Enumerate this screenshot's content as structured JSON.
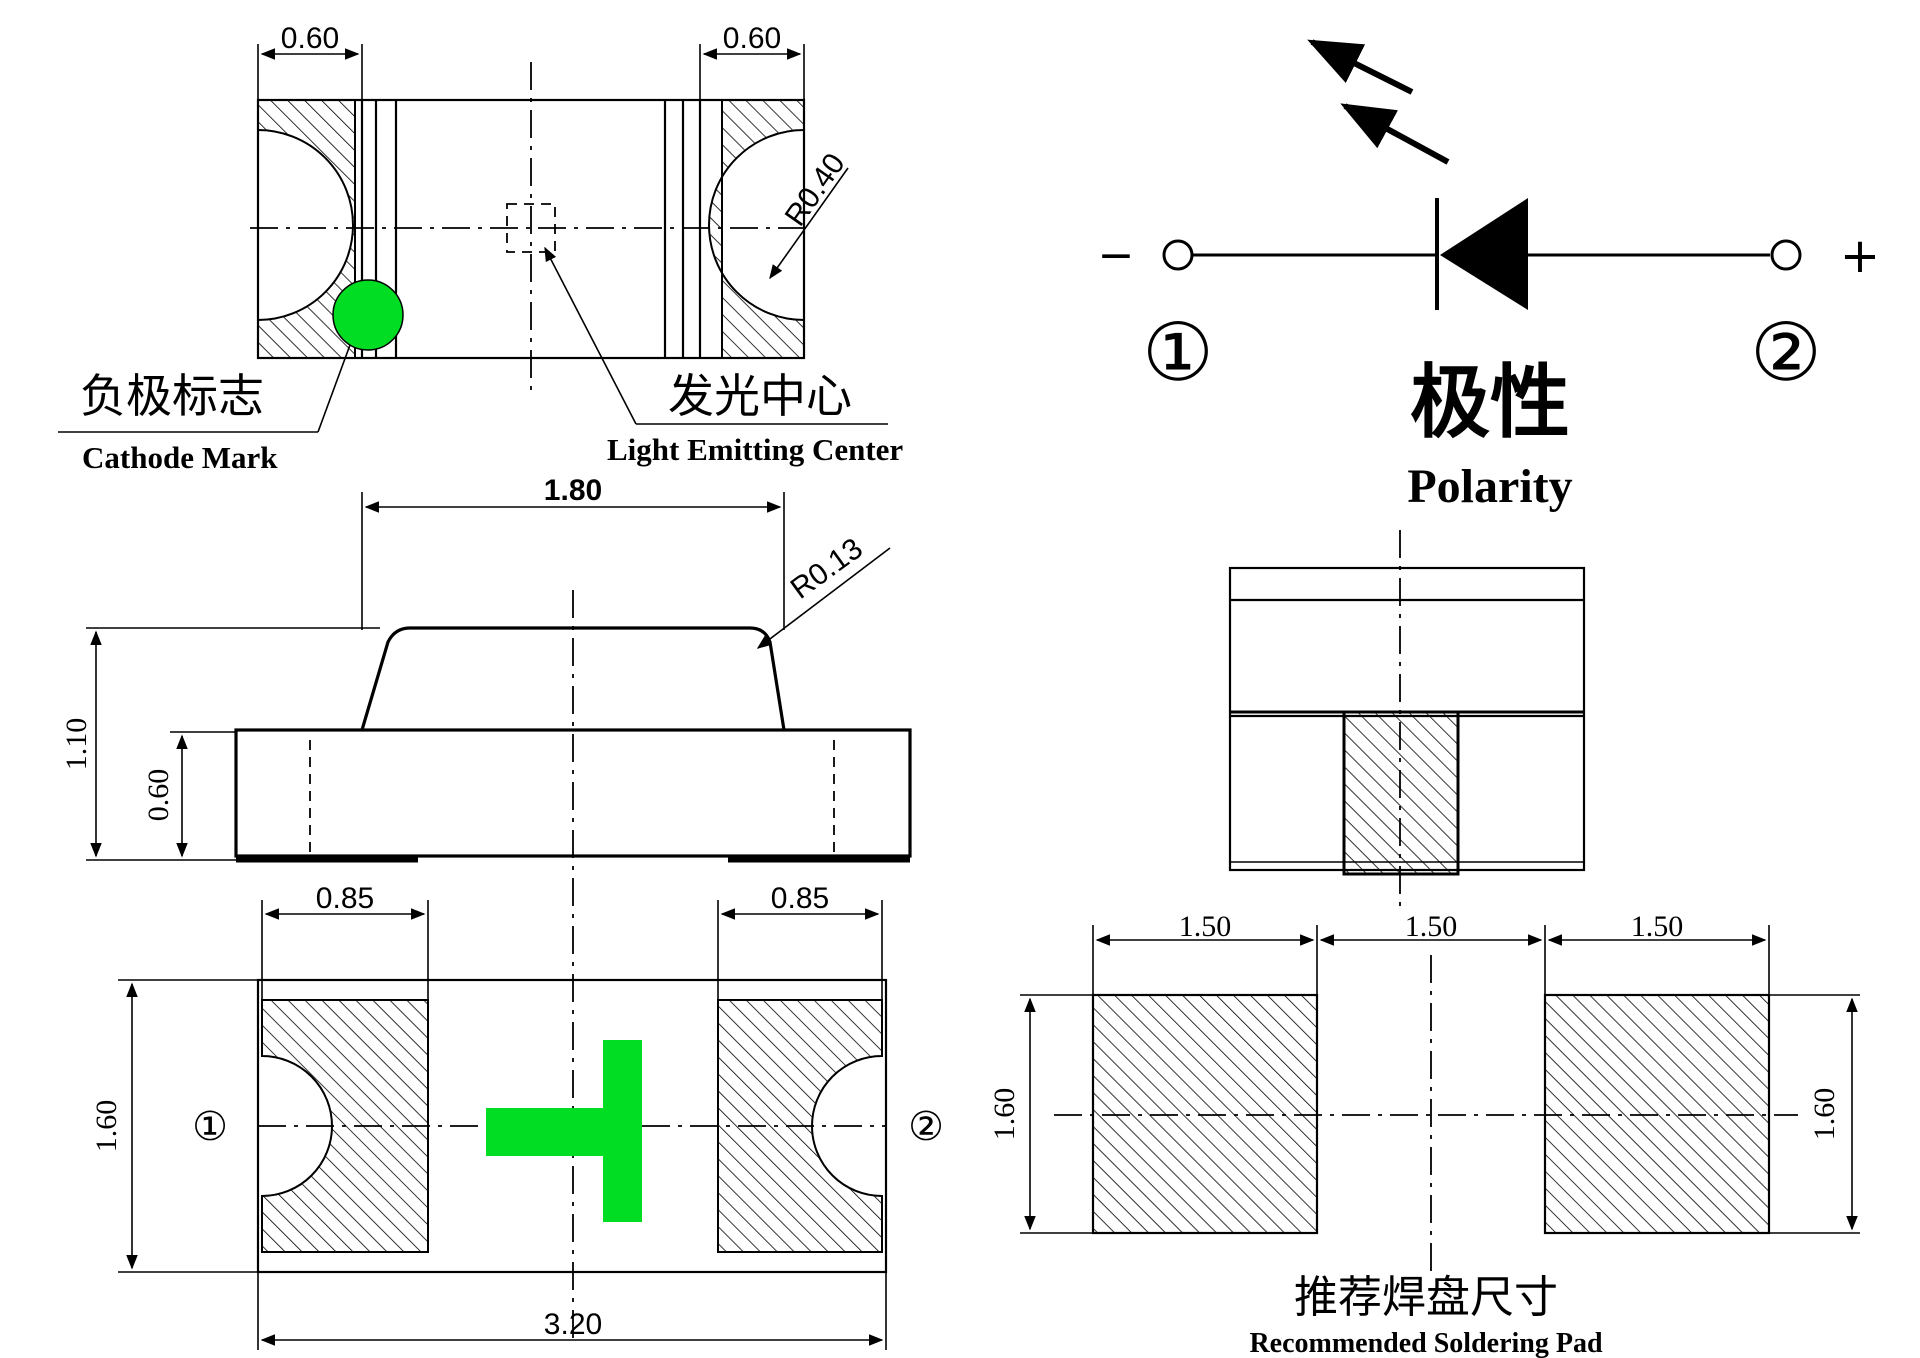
{
  "top_view": {
    "dim_left": "0.60",
    "dim_right": "0.60",
    "radius": "R0.40",
    "cathode_cn": "负极标志",
    "cathode_en": "Cathode Mark",
    "center_cn": "发光中心",
    "center_en": "Light Emitting Center"
  },
  "side_view": {
    "dim_top": "1.80",
    "radius": "R0.13",
    "dim_height_total": "1.10",
    "dim_height_base": "0.60"
  },
  "bottom_view": {
    "dim_pad_left": "0.85",
    "dim_pad_right": "0.85",
    "dim_height": "1.60",
    "dim_length": "3.20",
    "pin_left": "①",
    "pin_right": "②"
  },
  "polarity": {
    "minus": "−",
    "plus": "+",
    "pin_left": "①",
    "pin_right": "②",
    "title_cn": "极性",
    "title_en": "Polarity"
  },
  "solder_pad": {
    "dim_a": "1.50",
    "dim_b": "1.50",
    "dim_c": "1.50",
    "dim_h_left": "1.60",
    "dim_h_right": "1.60",
    "title_cn": "推荐焊盘尺寸",
    "title_en": "Recommended Soldering Pad"
  },
  "colors": {
    "cathode_mark": "#00dd22",
    "line": "#000000"
  }
}
